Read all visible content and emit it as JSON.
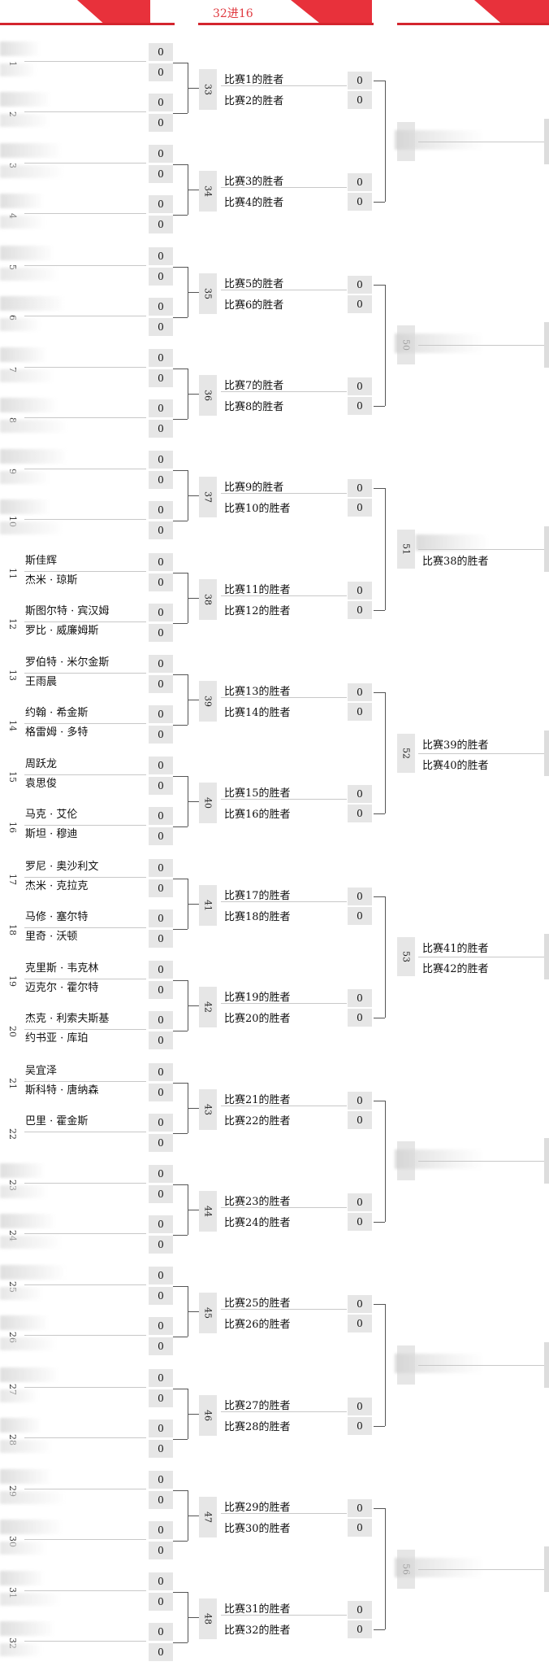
{
  "header": {
    "round2_label": "32进16",
    "accent_color": "#e8313b"
  },
  "round1": {
    "seeds": [
      "1",
      "2",
      "3",
      "4",
      "5",
      "6",
      "7",
      "8",
      "9",
      "10",
      "11",
      "12",
      "13",
      "14",
      "15",
      "16",
      "17",
      "18",
      "19",
      "20",
      "21",
      "22",
      "23",
      "24",
      "25",
      "26",
      "27",
      "28",
      "29",
      "30",
      "31",
      "32"
    ],
    "players": [
      {
        "top": "",
        "bottom": ""
      },
      {
        "top": "",
        "bottom": ""
      },
      {
        "top": "",
        "bottom": ""
      },
      {
        "top": "",
        "bottom": ""
      },
      {
        "top": "",
        "bottom": ""
      },
      {
        "top": "",
        "bottom": ""
      },
      {
        "top": "",
        "bottom": ""
      },
      {
        "top": "",
        "bottom": ""
      },
      {
        "top": "",
        "bottom": ""
      },
      {
        "top": "",
        "bottom": ""
      },
      {
        "top": "斯佳辉",
        "bottom": "杰米 · 琼斯"
      },
      {
        "top": "斯图尔特 · 宾汉姆",
        "bottom": "罗比 · 威廉姆斯"
      },
      {
        "top": "罗伯特 · 米尔金斯",
        "bottom": "王雨晨"
      },
      {
        "top": "约翰 · 希金斯",
        "bottom": "格雷姆 · 多特"
      },
      {
        "top": "周跃龙",
        "bottom": "袁思俊"
      },
      {
        "top": "马克 · 艾伦",
        "bottom": "斯坦 · 穆迪"
      },
      {
        "top": "罗尼 · 奥沙利文",
        "bottom": "杰米 · 克拉克"
      },
      {
        "top": "马修 · 塞尔特",
        "bottom": "里奇 · 沃顿"
      },
      {
        "top": "克里斯 · 韦克林",
        "bottom": "迈克尔 · 霍尔特"
      },
      {
        "top": "杰克 · 利索夫斯基",
        "bottom": "约书亚 · 库珀"
      },
      {
        "top": "吴宜泽",
        "bottom": "斯科特 · 唐纳森"
      },
      {
        "top": "巴里 · 霍金斯",
        "bottom": ""
      },
      {
        "top": "",
        "bottom": ""
      },
      {
        "top": "",
        "bottom": ""
      },
      {
        "top": "",
        "bottom": ""
      },
      {
        "top": "",
        "bottom": ""
      },
      {
        "top": "",
        "bottom": ""
      },
      {
        "top": "",
        "bottom": ""
      },
      {
        "top": "",
        "bottom": ""
      },
      {
        "top": "",
        "bottom": ""
      },
      {
        "top": "",
        "bottom": ""
      },
      {
        "top": "",
        "bottom": ""
      }
    ],
    "score": "0"
  },
  "round2": {
    "matches": [
      {
        "num": "33",
        "a": "比赛1的胜者",
        "b": "比赛2的胜者"
      },
      {
        "num": "34",
        "a": "比赛3的胜者",
        "b": "比赛4的胜者"
      },
      {
        "num": "35",
        "a": "比赛5的胜者",
        "b": "比赛6的胜者"
      },
      {
        "num": "36",
        "a": "比赛7的胜者",
        "b": "比赛8的胜者"
      },
      {
        "num": "37",
        "a": "比赛9的胜者",
        "b": "比赛10的胜者"
      },
      {
        "num": "38",
        "a": "比赛11的胜者",
        "b": "比赛12的胜者"
      },
      {
        "num": "39",
        "a": "比赛13的胜者",
        "b": "比赛14的胜者"
      },
      {
        "num": "40",
        "a": "比赛15的胜者",
        "b": "比赛16的胜者"
      },
      {
        "num": "41",
        "a": "比赛17的胜者",
        "b": "比赛18的胜者"
      },
      {
        "num": "42",
        "a": "比赛19的胜者",
        "b": "比赛20的胜者"
      },
      {
        "num": "43",
        "a": "比赛21的胜者",
        "b": "比赛22的胜者"
      },
      {
        "num": "44",
        "a": "比赛23的胜者",
        "b": "比赛24的胜者"
      },
      {
        "num": "45",
        "a": "比赛25的胜者",
        "b": "比赛26的胜者"
      },
      {
        "num": "46",
        "a": "比赛27的胜者",
        "b": "比赛28的胜者"
      },
      {
        "num": "47",
        "a": "比赛29的胜者",
        "b": "比赛30的胜者"
      },
      {
        "num": "48",
        "a": "比赛31的胜者",
        "b": "比赛32的胜者"
      }
    ],
    "score": "0"
  },
  "round3": {
    "matches": [
      {
        "num": "",
        "a": "",
        "b": ""
      },
      {
        "num": "50",
        "a": "",
        "b": ""
      },
      {
        "num": "51",
        "a": "",
        "b": "比赛38的胜者"
      },
      {
        "num": "52",
        "a": "比赛39的胜者",
        "b": "比赛40的胜者"
      },
      {
        "num": "53",
        "a": "比赛41的胜者",
        "b": "比赛42的胜者"
      },
      {
        "num": "",
        "a": "",
        "b": ""
      },
      {
        "num": "",
        "a": "",
        "b": ""
      },
      {
        "num": "56",
        "a": "",
        "b": ""
      }
    ]
  }
}
